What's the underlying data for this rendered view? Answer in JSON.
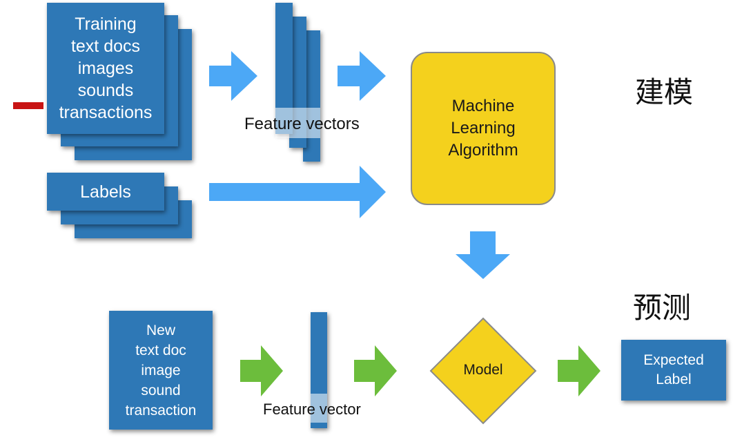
{
  "training": {
    "text": "Training\ntext docs\nimages\nsounds\ntransactions"
  },
  "labels": {
    "text": "Labels"
  },
  "feature_vectors_label": "Feature vectors",
  "ml_box": {
    "text": "Machine\nLearning\nAlgorithm"
  },
  "section_labels": {
    "modeling": "建模",
    "prediction": "预测"
  },
  "new_input": {
    "text": "New\ntext doc\nimage\nsound\ntransaction"
  },
  "feature_vector_label": "Feature vector",
  "model": {
    "text": "Model"
  },
  "expected_label": {
    "text": "Expected\nLabel"
  },
  "colors": {
    "card_blue": "#2e78b6",
    "arrow_blue": "#4ca8f6",
    "arrow_green": "#6cbd3c",
    "box_yellow": "#f4d11d",
    "red_mark": "#c81414"
  }
}
